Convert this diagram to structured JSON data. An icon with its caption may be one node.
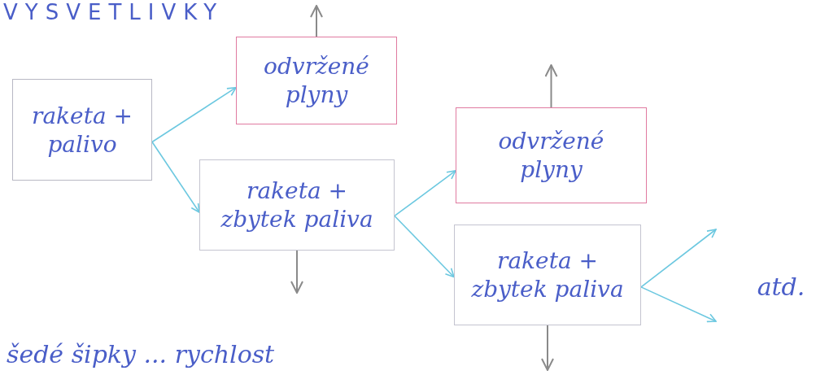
{
  "diagram": {
    "title": "VYSVETLIVKY",
    "nodes": [
      {
        "text": [
          "raketa + palivo"
        ]
      },
      {
        "text": [
          "odvržené plyny"
        ]
      },
      {
        "text": [
          "raketa + zbytek paliva"
        ]
      },
      {
        "text": [
          "odvržené plyny"
        ]
      },
      {
        "text": [
          "raketa + zbytek paliva"
        ]
      },
      {
        "text": [
          "atd."
        ]
      }
    ],
    "edges": [
      {
        "from": 0,
        "to": 1,
        "arrow": "to"
      },
      {
        "from": 0,
        "to": 2,
        "arrow": "to"
      },
      {
        "from": 2,
        "to": 3,
        "arrow": "to"
      },
      {
        "from": 2,
        "to": 4,
        "arrow": "to"
      },
      {
        "from": 4,
        "to": null,
        "arrow": "to"
      },
      {
        "from": 4,
        "to": null,
        "arrow": "to"
      }
    ],
    "labels": [
      "šedé šipky ... rychlost"
    ]
  }
}
